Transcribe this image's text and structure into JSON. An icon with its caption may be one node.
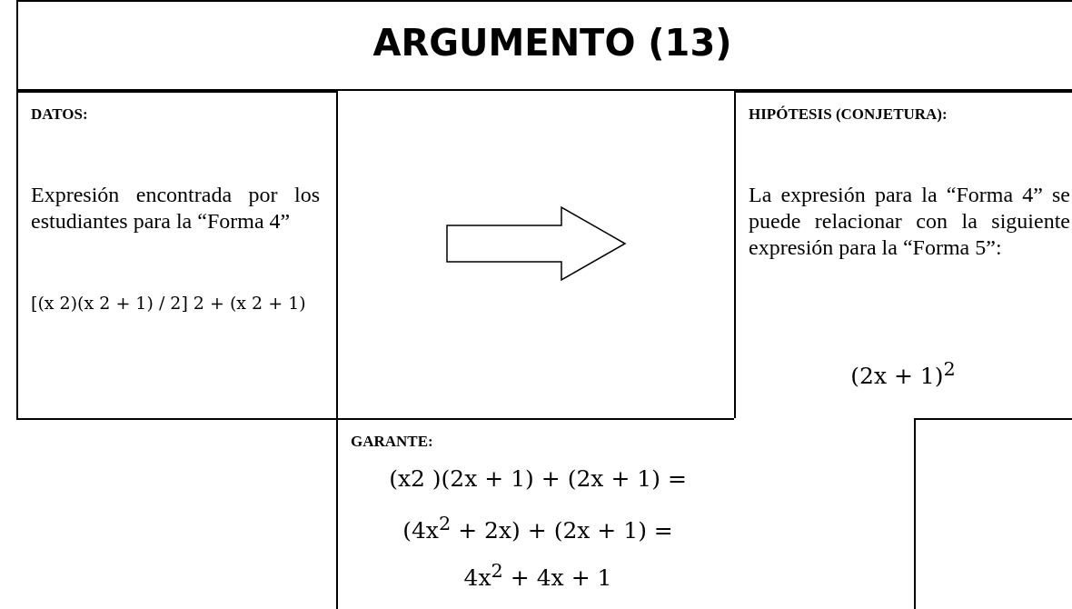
{
  "diagram": {
    "title": "ARGUMENTO (13)",
    "nodes": [
      {
        "text": [
          "DATOS:",
          "Expresión encontrada por los estudiantes para la “Forma 4”",
          "[(x 2)(x 2 + 1) / 2] 2 + (x 2 + 1)"
        ]
      },
      {
        "text": [
          "HIPÓTESIS (CONJETURA):",
          "La expresión para la “Forma 4” se puede relacionar con la siguiente expresión para la “Forma 5”:",
          "(2x + 1)$^{2}$"
        ]
      },
      {
        "text": [
          "GARANTE:",
          "(x2 )(2x + 1) + (2x + 1) =",
          "(4x$^{2}$ + 2x) + (2x + 1) =",
          "4x$^{2}$ + 4x + 1"
        ]
      }
    ],
    "edges": [
      {
        "from": 0,
        "to": 1,
        "arrow": "to"
      }
    ]
  }
}
